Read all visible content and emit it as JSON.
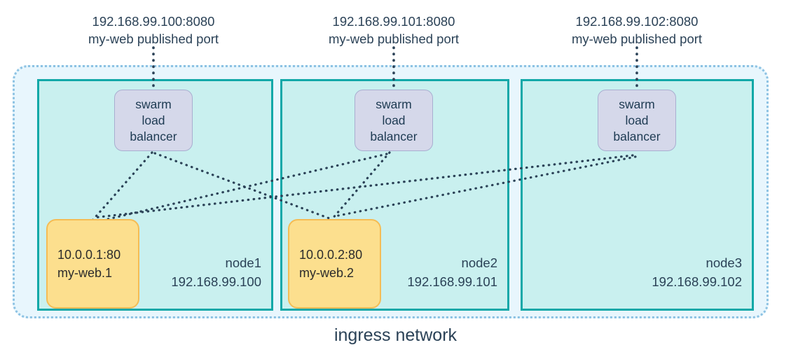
{
  "diagram": {
    "title": "ingress network",
    "colors": {
      "ingress_fill": "#e8f6fd",
      "ingress_border": "#8cc2e3",
      "node_fill": "#c9f0ef",
      "node_border": "#12a8a8",
      "lb_fill": "#d5d8ea",
      "lb_border": "#a9aed0",
      "task_fill": "#fcdf8e",
      "task_border": "#f5bc54",
      "text": "#2b4257",
      "wire": "#2b4257"
    }
  },
  "port_labels": [
    {
      "address": "192.168.99.100:8080",
      "description": "my-web published port"
    },
    {
      "address": "192.168.99.101:8080",
      "description": "my-web published port"
    },
    {
      "address": "192.168.99.102:8080",
      "description": "my-web published port"
    }
  ],
  "load_balancers": [
    {
      "line1": "swarm",
      "line2": "load",
      "line3": "balancer"
    },
    {
      "line1": "swarm",
      "line2": "load",
      "line3": "balancer"
    },
    {
      "line1": "swarm",
      "line2": "load",
      "line3": "balancer"
    }
  ],
  "nodes": [
    {
      "name": "node1",
      "ip": "192.168.99.100"
    },
    {
      "name": "node2",
      "ip": "192.168.99.101"
    },
    {
      "name": "node3",
      "ip": "192.168.99.102"
    }
  ],
  "tasks": [
    {
      "address": "10.0.0.1:80",
      "name": "my-web.1"
    },
    {
      "address": "10.0.0.2:80",
      "name": "my-web.2"
    }
  ]
}
